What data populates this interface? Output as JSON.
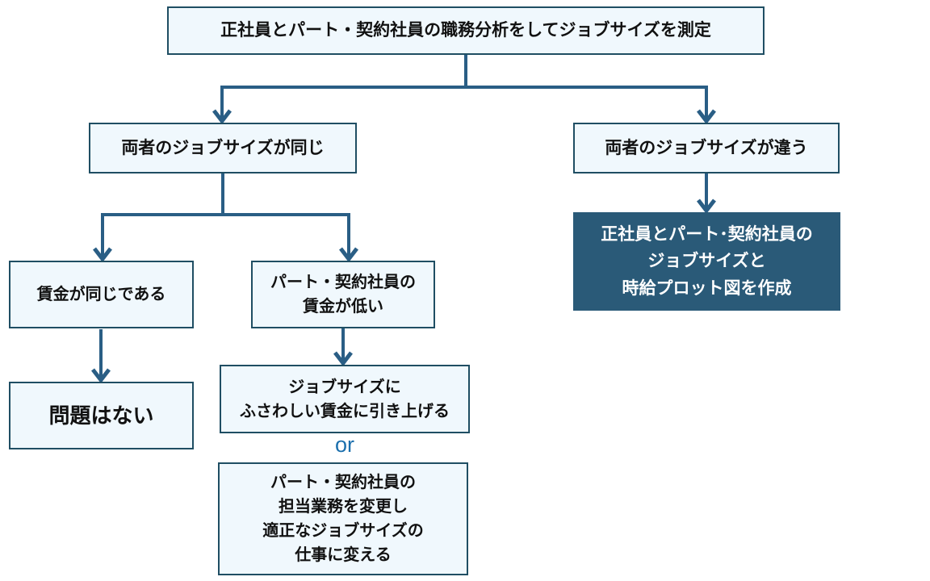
{
  "colors": {
    "box-fill": "#f0f8fd",
    "box-border": "#1f4e63",
    "line": "#2a5e85",
    "dark-fill": "#2a5a78",
    "dark-text": "#ffffff",
    "or-text": "#1b6fad",
    "text": "#111111",
    "background": "#ffffff"
  },
  "nodes": {
    "root": {
      "lines": [
        "正社員とパート・契約社員の職務分析をしてジョブサイズを測定"
      ]
    },
    "same_size": {
      "lines": [
        "両者のジョブサイズが同じ"
      ]
    },
    "diff_size": {
      "lines": [
        "両者のジョブサイズが違う"
      ]
    },
    "create_plot": {
      "lines": [
        "正社員とパート･契約社員の",
        "ジョブサイズと",
        "時給プロット図を作成"
      ]
    },
    "wage_same": {
      "lines": [
        "賃金が同じである"
      ]
    },
    "wage_low": {
      "lines": [
        "パート・契約社員の",
        "賃金が低い"
      ]
    },
    "no_problem": {
      "lines": [
        "問題はない"
      ]
    },
    "raise_wage": {
      "lines": [
        "ジョブサイズに",
        "ふさわしい賃金に引き上げる"
      ]
    },
    "or_label": "or",
    "change_duties": {
      "lines": [
        "パート・契約社員の",
        "担当業務を変更し",
        "適正なジョブサイズの",
        "仕事に変える"
      ]
    }
  }
}
